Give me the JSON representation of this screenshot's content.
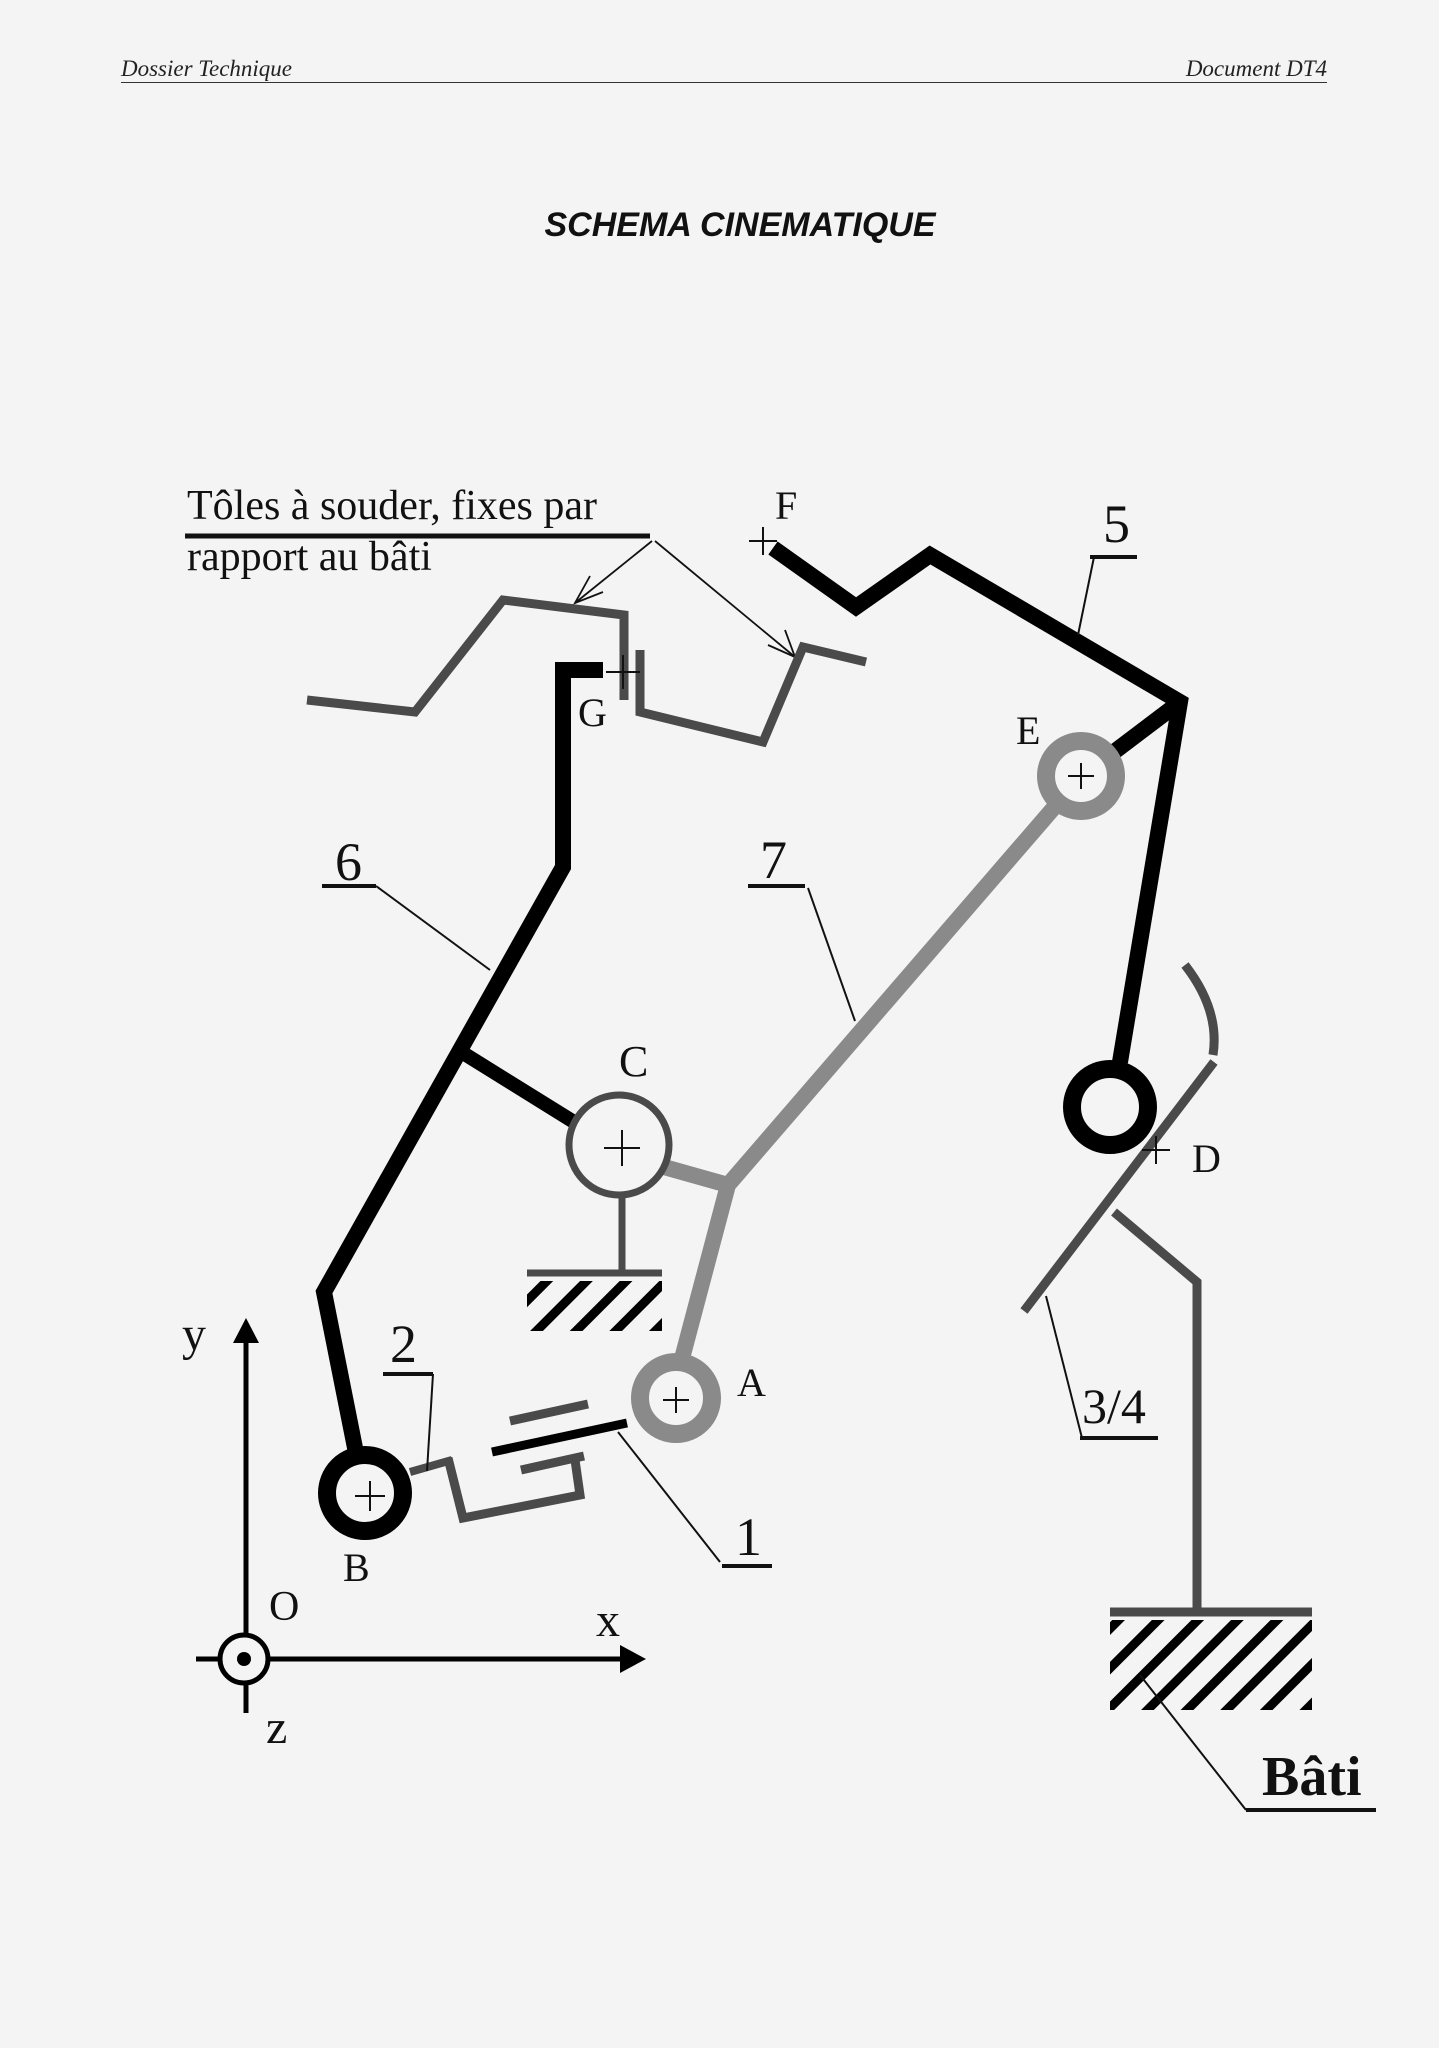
{
  "header": {
    "left": "Dossier Technique",
    "right": "Document DT4"
  },
  "title": "SCHEMA CINEMATIQUE",
  "annotation": {
    "line1": "Tôles à souder, fixes par",
    "line2": "rapport au bâti"
  },
  "points": {
    "A": "A",
    "B": "B",
    "C": "C",
    "D": "D",
    "E": "E",
    "F": "F",
    "G": "G",
    "O": "O"
  },
  "axes": {
    "x": "x",
    "y": "y",
    "z": "z"
  },
  "parts": {
    "p1": "1",
    "p2": "2",
    "p34": "3/4",
    "p5": "5",
    "p6": "6",
    "p7": "7",
    "frame": "Bâti"
  },
  "colors": {
    "black": "#000000",
    "dark_gray": "#4a4a4a",
    "light_gray": "#8a8a8a",
    "background": "#f4f4f4"
  }
}
